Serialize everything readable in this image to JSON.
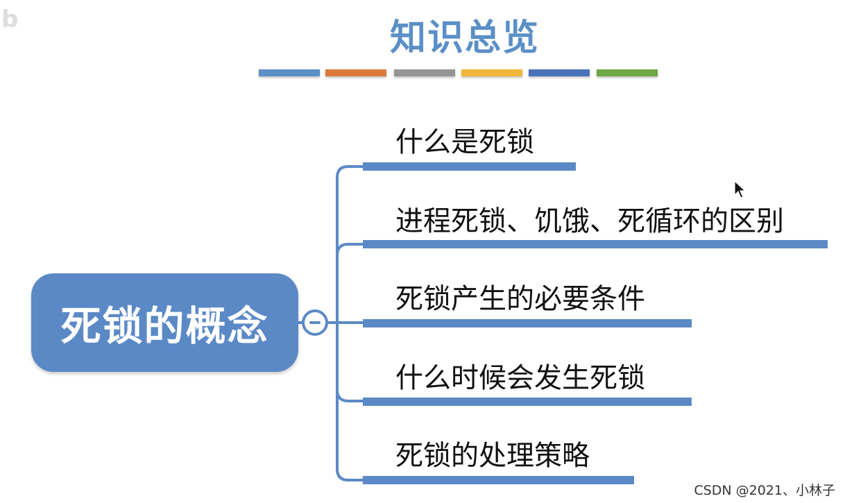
{
  "title": "知识总览",
  "color_bars": [
    "#5b8fc7",
    "#dc7a3c",
    "#959595",
    "#f2b63a",
    "#4a72b8",
    "#6fa644"
  ],
  "central_node": {
    "label": "死锁的概念",
    "color": "#5b89c6"
  },
  "branches": [
    {
      "label": "什么是死锁"
    },
    {
      "label": "进程死锁、饥饿、死循环的区别"
    },
    {
      "label": "死锁产生的必要条件"
    },
    {
      "label": "什么时候会发生死锁"
    },
    {
      "label": "死锁的处理策略"
    }
  ],
  "watermark": "CSDN @2021、小林子"
}
